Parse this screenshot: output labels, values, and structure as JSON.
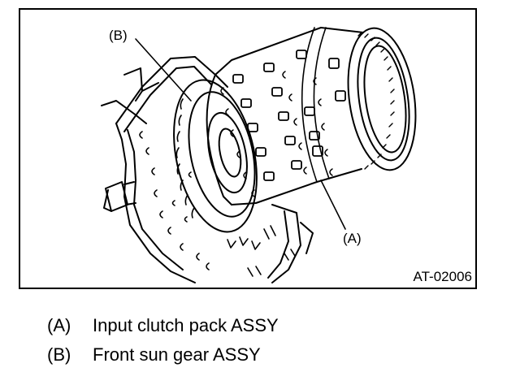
{
  "figure": {
    "code": "AT-02006",
    "callouts": {
      "a": "(A)",
      "b": "(B)"
    }
  },
  "legend": [
    {
      "key": "(A)",
      "text": "Input clutch pack ASSY"
    },
    {
      "key": "(B)",
      "text": "Front sun gear ASSY"
    }
  ]
}
